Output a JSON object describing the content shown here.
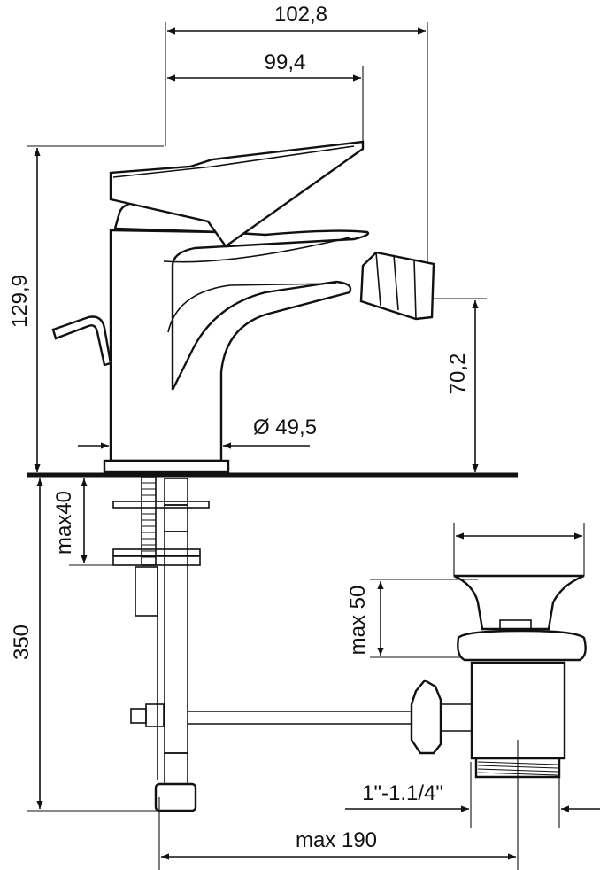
{
  "dimensions": {
    "total_length": "102,8",
    "spout_reach": "99,4",
    "total_height": "129,9",
    "spout_height": "70,2",
    "base_diameter": "Ø 49,5",
    "max_deck_thickness": "max40",
    "hose_length": "350",
    "max_waste_thickness": "max 50",
    "waste_thread": "1\"-1.1/4\"",
    "max_waste_distance": "max 190"
  },
  "colors": {
    "line": "#111111",
    "background": "#ffffff"
  }
}
